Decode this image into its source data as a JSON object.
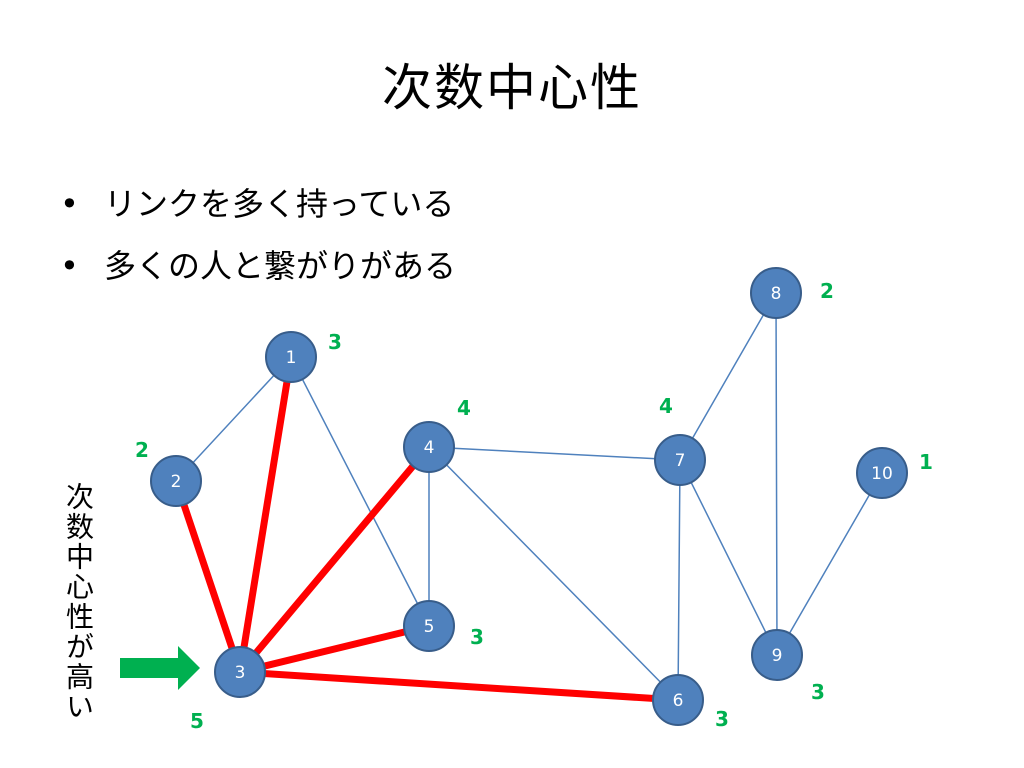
{
  "title": "次数中心性",
  "bullets": [
    "リンクを多く持っている",
    "多くの人と繋がりがある"
  ],
  "bullet_marker": "•",
  "vertical_label": "次数中心性が高い",
  "colors": {
    "node_fill": "#4f81bd",
    "node_stroke": "#385d8a",
    "edge": "#4f81bd",
    "highlight_edge": "#ff0000",
    "degree": "#00b050",
    "arrow": "#00b050"
  },
  "nodes": [
    {
      "id": "1",
      "degree": "3"
    },
    {
      "id": "2",
      "degree": "2"
    },
    {
      "id": "3",
      "degree": "5"
    },
    {
      "id": "4",
      "degree": "4"
    },
    {
      "id": "5",
      "degree": "3"
    },
    {
      "id": "6",
      "degree": "3"
    },
    {
      "id": "7",
      "degree": "4"
    },
    {
      "id": "8",
      "degree": "2"
    },
    {
      "id": "9",
      "degree": "3"
    },
    {
      "id": "10",
      "degree": "1"
    }
  ],
  "edges": [
    {
      "from": "1",
      "to": "2",
      "highlight": false
    },
    {
      "from": "1",
      "to": "5",
      "highlight": false
    },
    {
      "from": "4",
      "to": "5",
      "highlight": false
    },
    {
      "from": "4",
      "to": "7",
      "highlight": false
    },
    {
      "from": "4",
      "to": "6",
      "highlight": false
    },
    {
      "from": "7",
      "to": "8",
      "highlight": false
    },
    {
      "from": "7",
      "to": "6",
      "highlight": false
    },
    {
      "from": "7",
      "to": "9",
      "highlight": false
    },
    {
      "from": "8",
      "to": "9",
      "highlight": false
    },
    {
      "from": "10",
      "to": "9",
      "highlight": false
    },
    {
      "from": "3",
      "to": "1",
      "highlight": true
    },
    {
      "from": "3",
      "to": "2",
      "highlight": true
    },
    {
      "from": "3",
      "to": "4",
      "highlight": true
    },
    {
      "from": "3",
      "to": "5",
      "highlight": true
    },
    {
      "from": "3",
      "to": "6",
      "highlight": true
    }
  ],
  "highlighted_node": "3"
}
